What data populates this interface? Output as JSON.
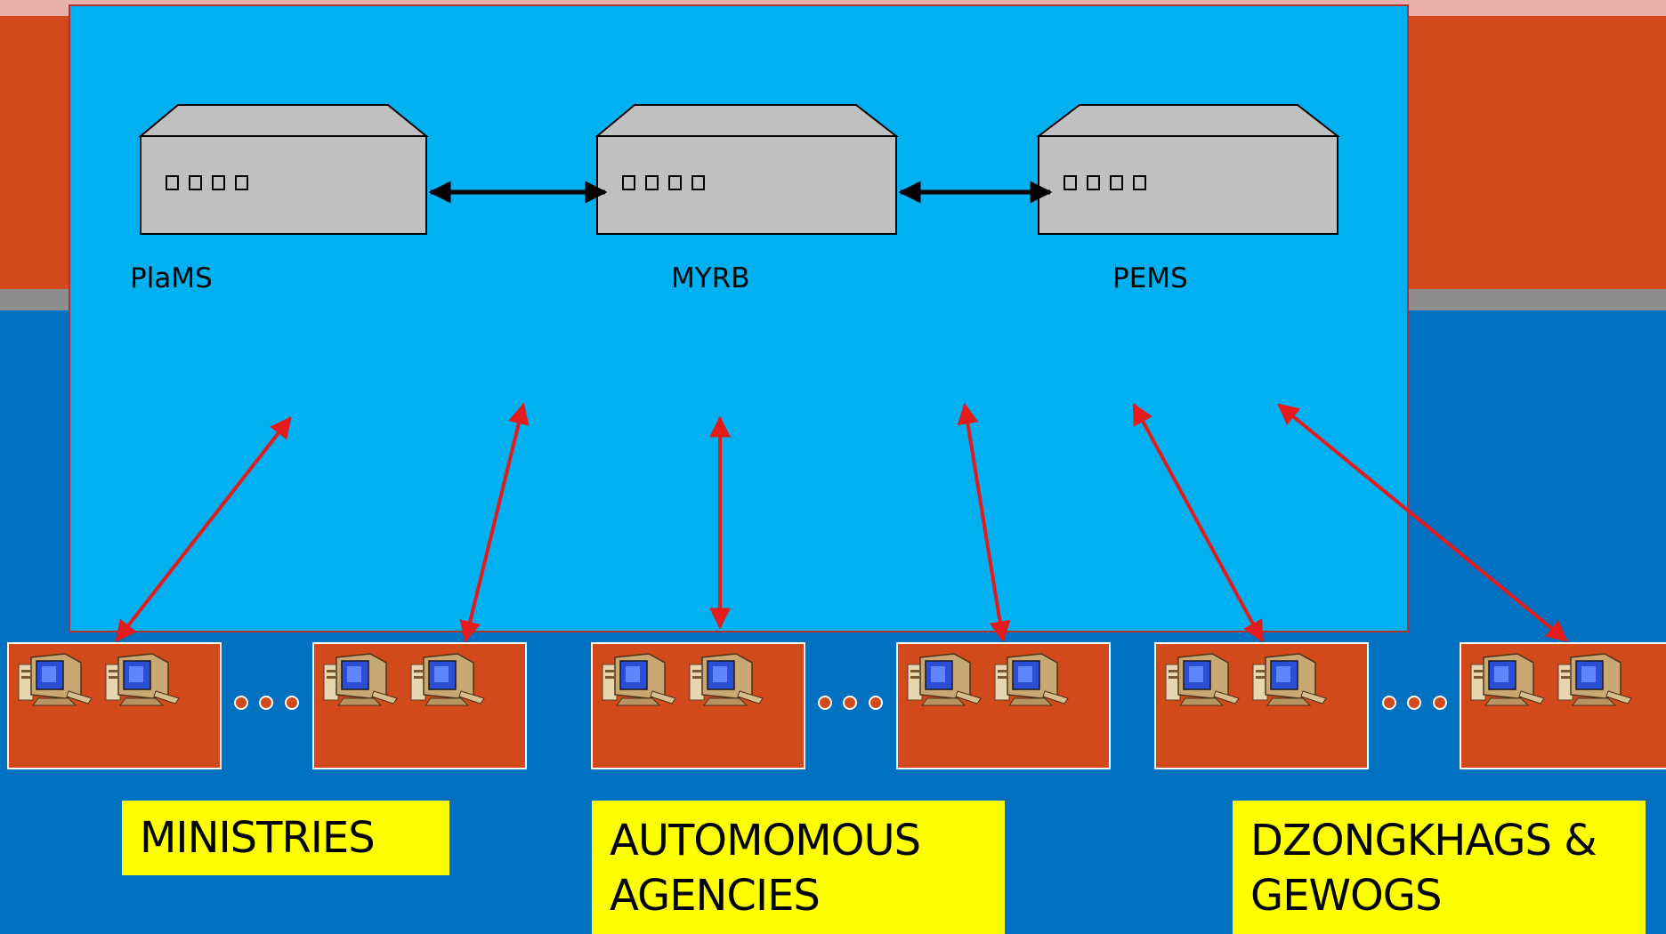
{
  "colors": {
    "background_top": "#D24A1C",
    "background_bottom": "#0070C0",
    "panel": "#00B0F0",
    "server": "#C0C0C0",
    "client_box": "#D24A1C",
    "arrow_red": "#E41B1B",
    "label_bg": "#FFFF00"
  },
  "servers": [
    {
      "id": "plams",
      "label": "PlaMS"
    },
    {
      "id": "myrb",
      "label": "MYRB"
    },
    {
      "id": "pems",
      "label": "PEMS"
    }
  ],
  "client_groups": [
    {
      "id": "ministries",
      "line1": "MINISTRIES",
      "line2": ""
    },
    {
      "id": "autonomous",
      "line1": "AUTOMOMOUS",
      "line2": "AGENCIES"
    },
    {
      "id": "dzongkhags",
      "line1": "DZONGKHAGS &",
      "line2": "GEWOGS"
    }
  ],
  "client_box_icons": [
    "computer-icon",
    "computer-icon"
  ],
  "ellipsis": "• • •"
}
